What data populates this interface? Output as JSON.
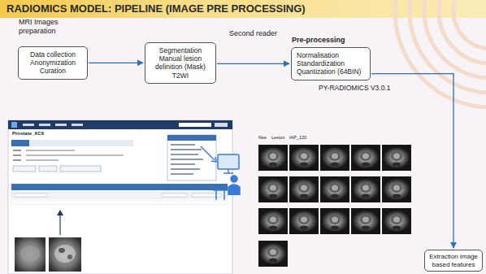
{
  "diagram": {
    "title": "RADIOMICS MODEL: PIPELINE (IMAGE PRE PROCESSING)",
    "nodes": [
      {
        "text": [
          "MRI Images preparation",
          "Data collection Anonymization Curation"
        ]
      },
      {
        "text": [
          "Segmentation Manual lesion delinition (Mask) T2WI"
        ]
      },
      {
        "text": [
          "Pre-processing",
          "Normalisation Standardization Quantization (64BIN)"
        ]
      },
      {
        "text": [
          "Extraction image based features"
        ]
      }
    ],
    "edges": [
      {
        "from": 0,
        "to": 1,
        "arrow": "to"
      },
      {
        "from": 1,
        "to": 2,
        "arrow": "to",
        "label": "Second reader"
      },
      {
        "from": 2,
        "to": 3,
        "arrow": "to"
      }
    ],
    "labels": [
      "PY-RADIOMICS V3.0.1",
      "Prostate_XC6",
      "files",
      "Lesion",
      "IAP_120"
    ]
  }
}
